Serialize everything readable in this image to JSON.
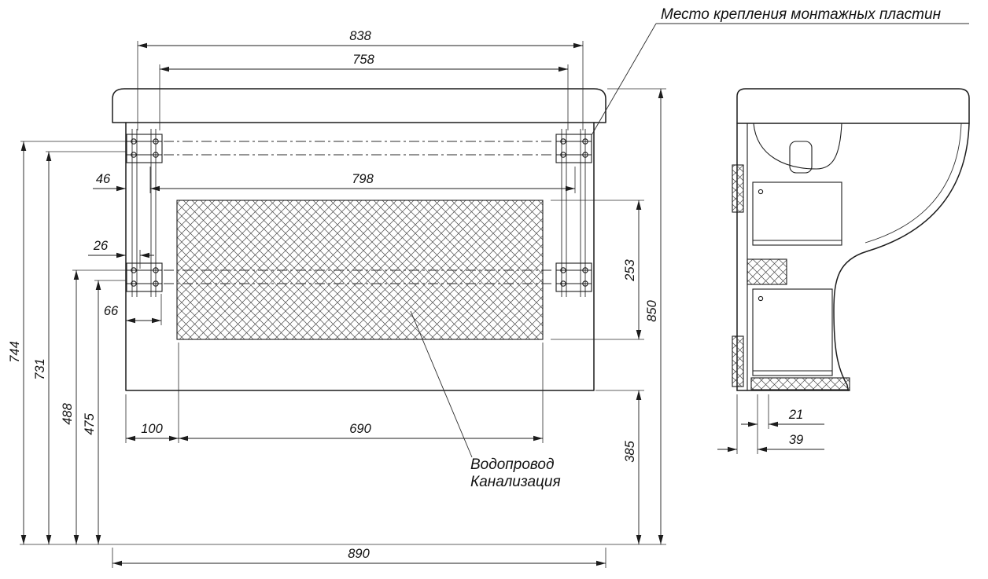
{
  "labels": {
    "mounting_plates_note": "Место крепления монтажных пластин",
    "plumbing_note_line1": "Водопровод",
    "plumbing_note_line2": "Канализация"
  },
  "front_view": {
    "dimensions": {
      "top_outer_span": "838",
      "top_inner_span": "758",
      "rail_span": "798",
      "left_offset_upper": "46",
      "left_offset_middle": "26",
      "left_offset_lower": "66",
      "service_area_left_offset": "100",
      "service_area_width": "690",
      "overall_width": "890",
      "upper_rail_height_outer": "744",
      "upper_rail_height_inner": "731",
      "lower_rail_height_outer": "488",
      "lower_rail_height_inner": "475",
      "service_area_height": "253",
      "overall_height": "850",
      "bottom_clearance_height": "385"
    }
  },
  "side_view": {
    "dimensions": {
      "rail_front_offset": "21",
      "rail_total_depth": "39"
    }
  },
  "colors": {
    "line": "#1c1c1c",
    "background": "#ffffff",
    "hatch": "#4a4a4a"
  }
}
